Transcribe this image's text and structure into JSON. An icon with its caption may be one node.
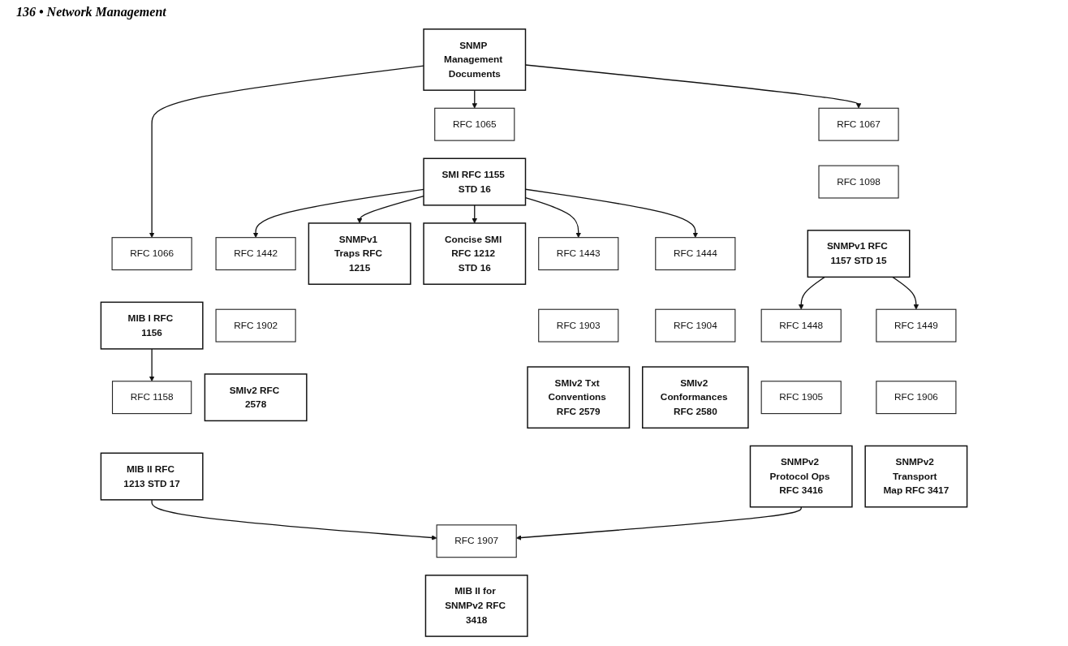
{
  "diagram": {
    "nodes": [
      {
        "text": [
          "SNMP Management Documents"
        ]
      },
      {
        "text": [
          "RFC 1065"
        ]
      },
      {
        "text": [
          "SMI RFC 1155 STD 16"
        ]
      },
      {
        "text": [
          "RFC 1066"
        ]
      },
      {
        "text": [
          "MIB I RFC 1156"
        ]
      },
      {
        "text": [
          "RFC 1067"
        ]
      },
      {
        "text": [
          "RFC 1098"
        ]
      },
      {
        "text": [
          "SNMPv1 RFC 1157 STD 15"
        ]
      },
      {
        "text": [
          "SNMPv1 Traps RFC 1215"
        ]
      },
      {
        "text": [
          "Concise SMI RFC 1212 STD 16"
        ]
      },
      {
        "text": [
          "RFC 1158"
        ]
      },
      {
        "text": [
          "MIB II RFC 1213 STD 17"
        ]
      },
      {
        "text": [
          "RFC 1442"
        ]
      },
      {
        "text": [
          "RFC 1902"
        ]
      },
      {
        "text": [
          "SMIv2 RFC 2578"
        ]
      },
      {
        "text": [
          "RFC 1443"
        ]
      },
      {
        "text": [
          "RFC 1903"
        ]
      },
      {
        "text": [
          "SMIv2 Txt Conventions RFC 2579"
        ]
      },
      {
        "text": [
          "RFC 1444"
        ]
      },
      {
        "text": [
          "RFC 1904"
        ]
      },
      {
        "text": [
          "SMIv2 Conformances RFC 2580"
        ]
      },
      {
        "text": [
          "RFC 1448"
        ]
      },
      {
        "text": [
          "RFC 1905"
        ]
      },
      {
        "text": [
          "SNMPv2 Protocol Ops RFC 3416"
        ]
      },
      {
        "text": [
          "RFC 1449"
        ]
      },
      {
        "text": [
          "RFC 1906"
        ]
      },
      {
        "text": [
          "SNMPv2 Transport Map RFC 3417"
        ]
      },
      {
        "text": [
          "RFC 1907"
        ]
      },
      {
        "text": [
          "MIB II for SNMPv2 RFC 3418"
        ]
      }
    ],
    "edges": [
      {
        "from": 0,
        "to": 1,
        "arrow": "to"
      },
      {
        "from": 0,
        "to": 3,
        "arrow": "to"
      },
      {
        "from": 0,
        "to": 5,
        "arrow": "to"
      },
      {
        "from": 2,
        "to": 8,
        "arrow": "to"
      },
      {
        "from": 2,
        "to": 9,
        "arrow": "to"
      },
      {
        "from": 2,
        "to": 12,
        "arrow": "to"
      },
      {
        "from": 2,
        "to": 15,
        "arrow": "to"
      },
      {
        "from": 2,
        "to": 18,
        "arrow": "to"
      },
      {
        "from": 4,
        "to": 10,
        "arrow": "to"
      },
      {
        "from": 11,
        "to": 27,
        "arrow": "to"
      },
      {
        "from": 7,
        "to": 21,
        "arrow": "to"
      },
      {
        "from": 7,
        "to": 24,
        "arrow": "to"
      },
      {
        "from": 23,
        "to": 27,
        "arrow": "to"
      }
    ],
    "labels": [
      "136 • Network Management"
    ]
  }
}
